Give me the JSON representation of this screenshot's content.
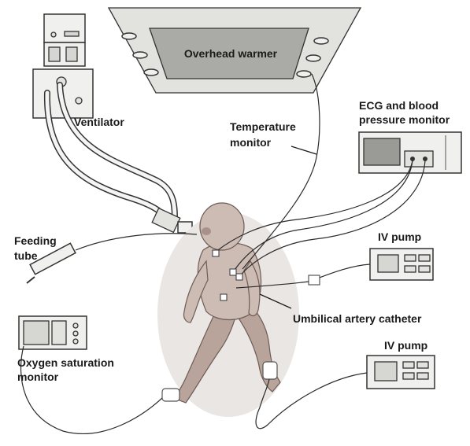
{
  "labels": {
    "overhead_warmer": "Overhead warmer",
    "ventilator": "Ventilator",
    "temperature_line1": "Temperature",
    "temperature_line2": "monitor",
    "ecg_line1": "ECG and blood",
    "ecg_line2": "pressure monitor",
    "feeding_line1": "Feeding",
    "feeding_line2": "tube",
    "iv_pump_upper": "IV pump",
    "umbilical": "Umbilical artery catheter",
    "iv_pump_lower": "IV pump",
    "oxygen_line1": "Oxygen saturation",
    "oxygen_line2": "monitor"
  }
}
